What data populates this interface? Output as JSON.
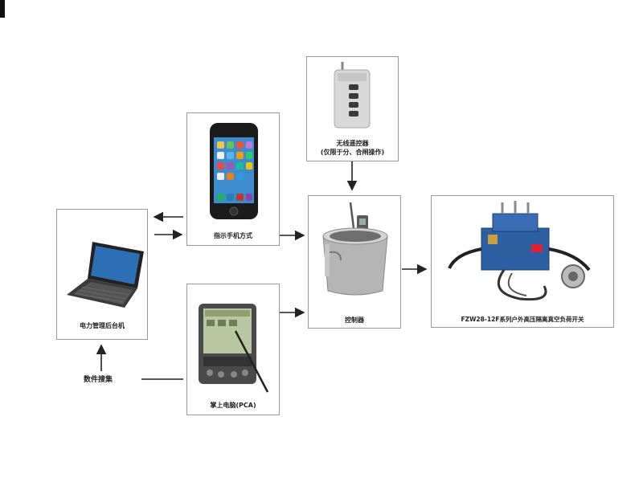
{
  "nodes": {
    "remote": {
      "label_line1": "无线遥控器",
      "label_line2": "(仅限于分、合闸操作)"
    },
    "phone": {
      "label": "指示手机方式"
    },
    "pc": {
      "label": "电力管理后台机"
    },
    "controller": {
      "label": "控制器"
    },
    "switch": {
      "label": "FZW28-12F系列户外高压隔离真空负荷开关"
    },
    "pda": {
      "label": "掌上电脑(PCA)"
    },
    "data_collect": {
      "label": "数件搜集"
    }
  },
  "colors": {
    "border": "#9a9a9a",
    "arrow": "#222222",
    "switch_body": "#2f5fa3"
  }
}
